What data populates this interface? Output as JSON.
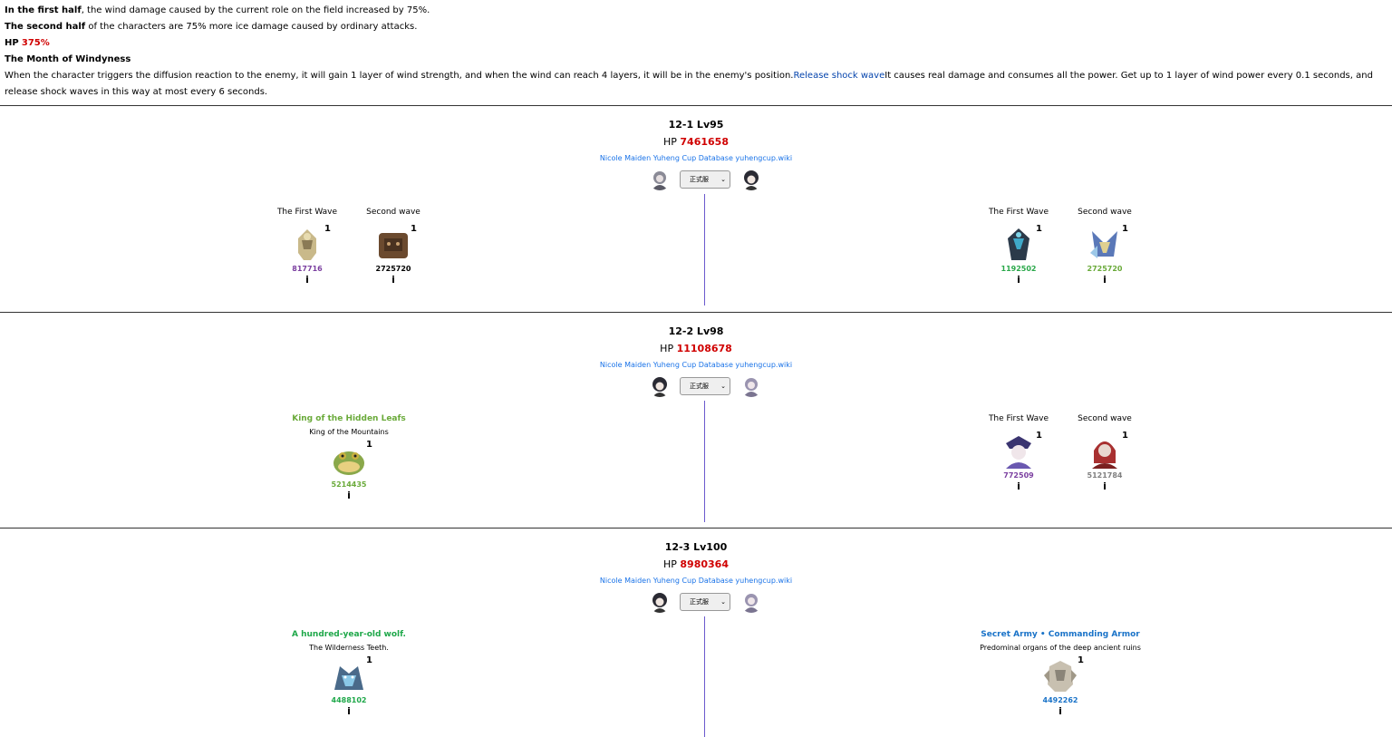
{
  "intro": {
    "line1_bold": "In the first half",
    "line1_rest": ", the wind damage caused by the current role on the field increased by 75%.",
    "line2_bold": "The second half",
    "line2_rest": " of the characters are 75% more ice damage caused by ordinary attacks.",
    "hp_label": "HP",
    "hp_value": "375%",
    "month_title": "The Month of Windyness",
    "desc_a": "When the character triggers the diffusion reaction to the enemy, it will gain 1 layer of wind strength, and when the wind can reach 4 layers, it will be in the enemy's position.",
    "desc_link": "Release shock wave",
    "desc_b": "It causes real damage and consumes all the power. Get up to 1 layer of wind power every 0.1 seconds, and release shock waves in this way at most every 6 seconds."
  },
  "common": {
    "hp_label": "HP",
    "db_text": "Nicole Maiden Yuheng Cup Database yuhengcup.wiki",
    "select_value": "正式服",
    "first_wave": "The First Wave",
    "second_wave": "Second wave",
    "info": "i",
    "count": "1"
  },
  "chambers": [
    {
      "title": "12-1 Lv95",
      "hp": "7461658",
      "left": [
        {
          "hp": "817716",
          "color": "#7b3fa0"
        },
        {
          "hp": "2725720",
          "color": "#000000"
        }
      ],
      "right": [
        {
          "hp": "1192502",
          "color": "#2aa84a"
        },
        {
          "hp": "2725720",
          "color": "#6aaa3a"
        }
      ]
    },
    {
      "title": "12-2 Lv98",
      "hp": "11108678",
      "left_boss": {
        "name": "King of the Hidden Leafs",
        "sub": "King of the Mountains",
        "hp": "5214435",
        "color": "#6aaa3a"
      },
      "right": [
        {
          "hp": "772509",
          "color": "#7b3fa0"
        },
        {
          "hp": "5121784",
          "color": "#808080"
        }
      ]
    },
    {
      "title": "12-3 Lv100",
      "hp": "8980364",
      "left_boss": {
        "name": "A hundred-year-old wolf.",
        "sub": "The Wilderness Teeth.",
        "hp": "4488102",
        "color": "#1fa84a"
      },
      "right_boss": {
        "name": "Secret Army • Commanding Armor",
        "sub": "Predominal organs of the deep ancient ruins",
        "hp": "4492262",
        "color": "#1a73c8"
      }
    }
  ]
}
